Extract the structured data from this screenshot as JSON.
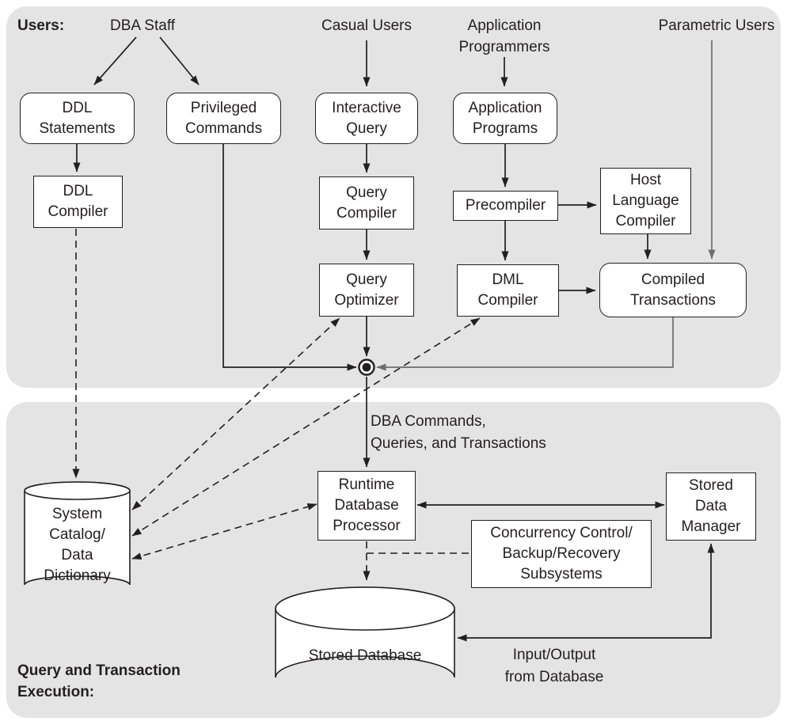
{
  "colors": {
    "panel_bg": "#e4e4e4",
    "ink": "#231f20",
    "muted_line": "#6d6e71",
    "box_bg": "#ffffff"
  },
  "headings": {
    "users": "Users:",
    "execution": [
      "Query and Transaction",
      "Execution:"
    ]
  },
  "actors": {
    "dba_staff": "DBA Staff",
    "casual_users": "Casual Users",
    "application_programmers": [
      "Application",
      "Programmers"
    ],
    "parametric_users": "Parametric Users"
  },
  "boxes": {
    "ddl_statements": {
      "lines": [
        "DDL",
        "Statements"
      ]
    },
    "privileged_commands": {
      "lines": [
        "Privileged",
        "Commands"
      ]
    },
    "interactive_query": {
      "lines": [
        "Interactive",
        "Query"
      ]
    },
    "application_programs": {
      "lines": [
        "Application",
        "Programs"
      ]
    },
    "ddl_compiler": {
      "lines": [
        "DDL",
        "Compiler"
      ]
    },
    "query_compiler": {
      "lines": [
        "Query",
        "Compiler"
      ]
    },
    "precompiler": {
      "lines": [
        "Precompiler"
      ]
    },
    "host_language_compiler": {
      "lines": [
        "Host",
        "Language",
        "Compiler"
      ]
    },
    "query_optimizer": {
      "lines": [
        "Query",
        "Optimizer"
      ]
    },
    "dml_compiler": {
      "lines": [
        "DML",
        "Compiler"
      ]
    },
    "compiled_transactions": {
      "lines": [
        "Compiled",
        "Transactions"
      ]
    },
    "runtime_database_processor": {
      "lines": [
        "Runtime",
        "Database",
        "Processor"
      ]
    },
    "stored_data_manager": {
      "lines": [
        "Stored",
        "Data",
        "Manager"
      ]
    },
    "concurrency_subsystems": {
      "lines": [
        "Concurrency Control/",
        "Backup/Recovery",
        "Subsystems"
      ]
    },
    "system_catalog": {
      "lines": [
        "System",
        "Catalog/",
        "Data",
        "Dictionary"
      ]
    },
    "stored_database": {
      "lines": [
        "Stored Database"
      ]
    }
  },
  "edge_labels": {
    "dba_commands": [
      "DBA Commands,",
      "Queries, and Transactions"
    ],
    "input_output": [
      "Input/Output",
      "from Database"
    ]
  }
}
